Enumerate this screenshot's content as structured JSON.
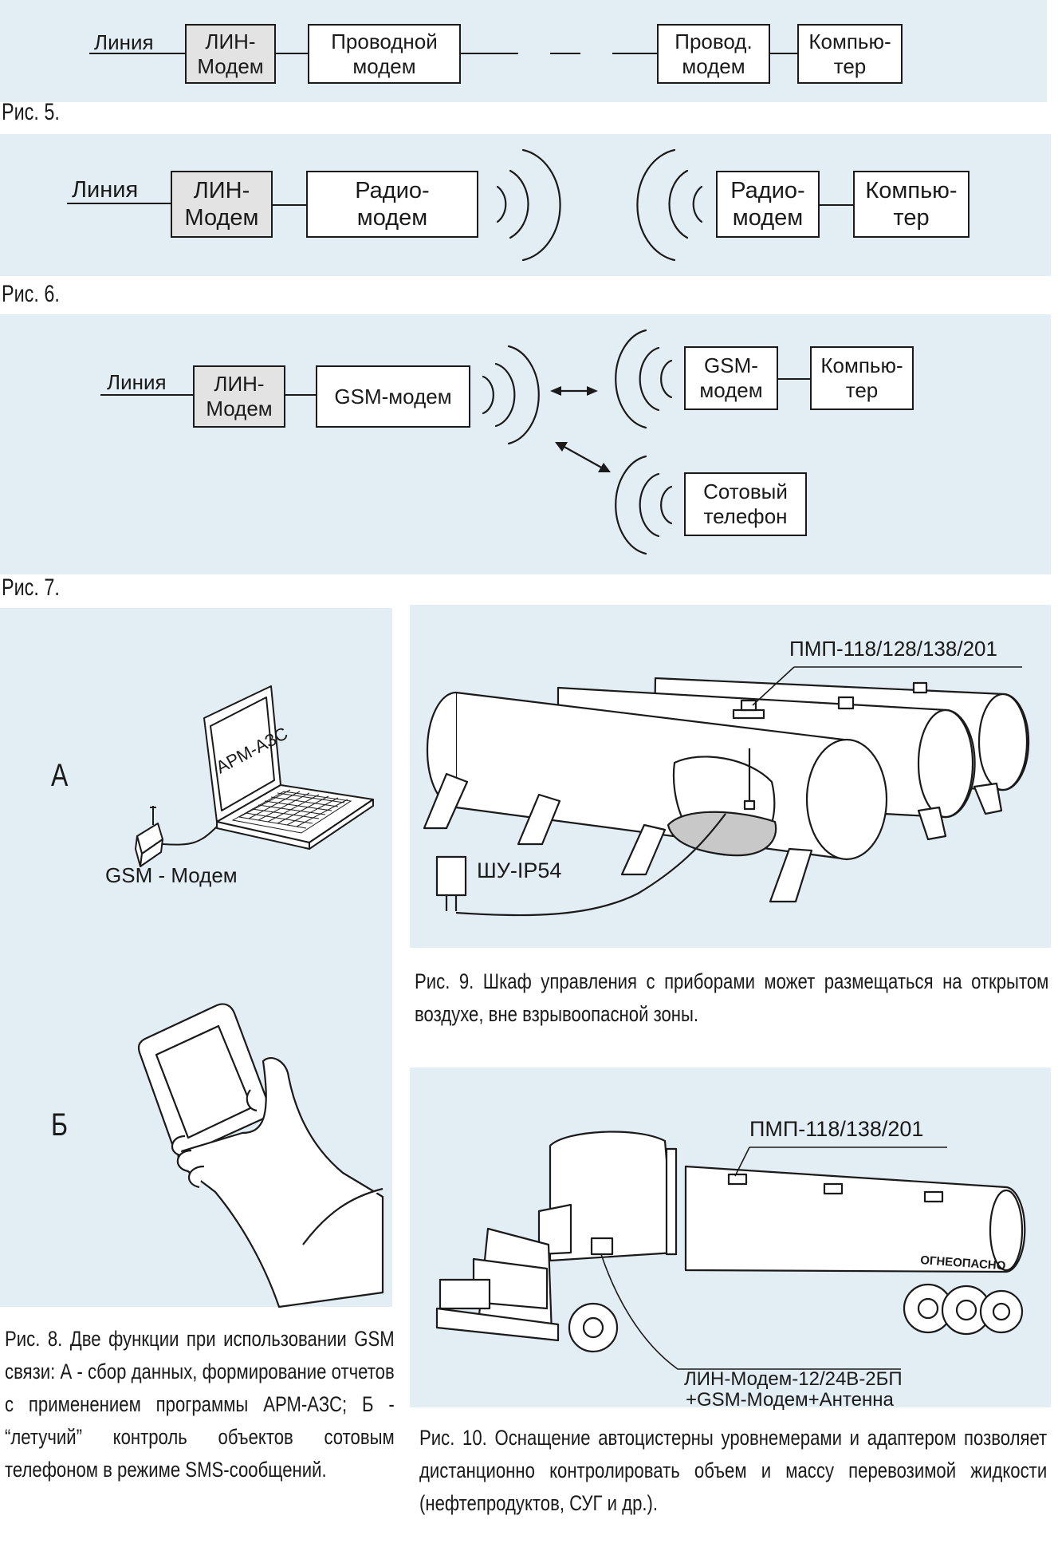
{
  "fig5": {
    "label": "Рис. 5.",
    "line_label": "Линия",
    "lin_modem": "ЛИН-\nМодем",
    "wired_modem": "Проводной\nмодем",
    "dash": "—",
    "remote_modem": "Провод.\nмодем",
    "computer": "Компью-\nтер"
  },
  "fig6": {
    "label": "Рис. 6.",
    "line_label": "Линия",
    "lin_modem": "ЛИН-\nМодем",
    "radio_modem_left": "Радио-\nмодем",
    "radio_modem_right": "Радио-\nмодем",
    "computer": "Компью-\nтер"
  },
  "fig7": {
    "label": "Рис. 7.",
    "line_label": "Линия",
    "lin_modem": "ЛИН-\nМодем",
    "gsm_modem_left": "GSM-модем",
    "gsm_modem_right": "GSM-\nмодем",
    "computer": "Компью-\nтер",
    "phone": "Сотовый\nтелефон"
  },
  "fig8": {
    "letter_a": "А",
    "letter_b": "Б",
    "laptop_screen": "АРМ-АЗС",
    "gsm_label": "GSM - Модем",
    "caption": "Рис. 8. Две функции при использовании GSM связи: А - сбор данных, формирование отчетов с применением программы АРМ-АЗС; Б - “летучий” контроль объектов сотовым телефоном в режиме SMS-сообщений."
  },
  "fig9": {
    "sensor_label": "ПМП-118/128/138/201",
    "cabinet_label": "ШУ-IP54",
    "caption": "Рис. 9. Шкаф управления с приборами может размещаться на открытом воздухе, вне взрывоопасной зоны."
  },
  "fig10": {
    "sensor_label": "ПМП-118/138/201",
    "tank_text": "ОГНЕОПАСНО",
    "modem_label_1": "ЛИН-Модем-12/24В-2БП",
    "modem_label_2": "+GSM-Модем+Антенна",
    "caption": "Рис. 10. Оснащение автоцистерны уровнемерами и адаптером позволяет дистанционно контролировать объем и массу перевозимой жидкости (нефтепродуктов, СУГ и др.)."
  },
  "colors": {
    "panel": "#e3edf4",
    "gray_box": "#e3e3e3",
    "ink": "#1a1a1a",
    "fuel": "#c8c8c8"
  }
}
